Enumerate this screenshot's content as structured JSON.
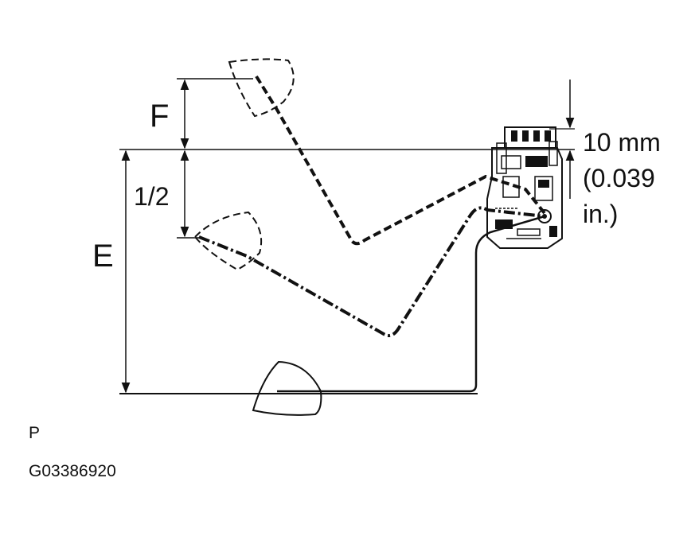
{
  "labels": {
    "f": "F",
    "half": "1/2",
    "e": "E",
    "dim_mm": "10 mm",
    "dim_in_1": "(0.039",
    "dim_in_2": "in.)",
    "p": "P",
    "figure_id": "G03386920"
  }
}
